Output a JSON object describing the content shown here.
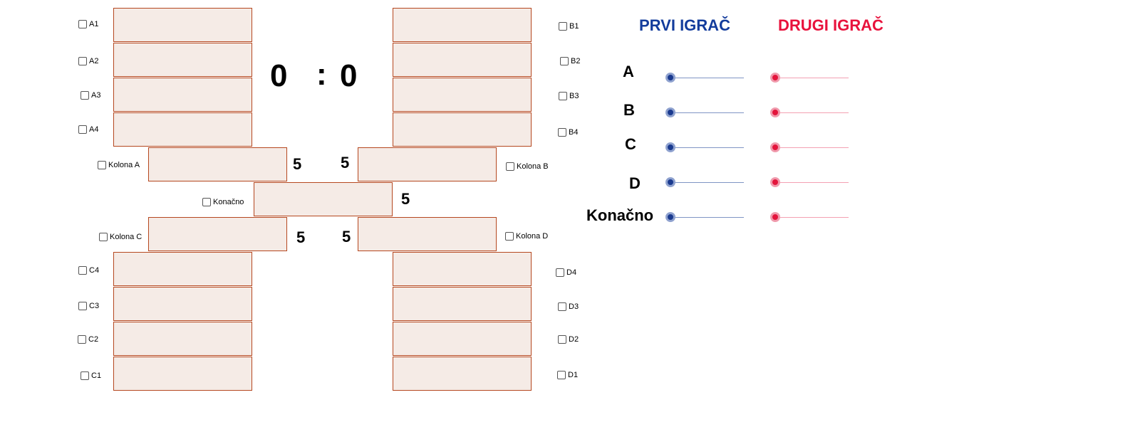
{
  "score": {
    "left": "0",
    "separator": ":",
    "right": "0"
  },
  "players": {
    "first": "PRVI IGRAČ",
    "second": "DRUGI IGRAČ"
  },
  "colors": {
    "first": "#133c9c",
    "second": "#e8123c",
    "field_fill": "#f5ebe6",
    "field_border": "#b5471f"
  },
  "checkboxes": {
    "a1": "A1",
    "a2": "A2",
    "a3": "A3",
    "a4": "A4",
    "b1": "B1",
    "b2": "B2",
    "b3": "B3",
    "b4": "B4",
    "c1": "C1",
    "c2": "C2",
    "c3": "C3",
    "c4": "C4",
    "d1": "D1",
    "d2": "D2",
    "d3": "D3",
    "d4": "D4",
    "kolona_a": "Kolona A",
    "kolona_b": "Kolona B",
    "kolona_c": "Kolona C",
    "kolona_d": "Kolona D",
    "konacno": "Konačno"
  },
  "column_values": {
    "a": "5",
    "b": "5",
    "c": "5",
    "d": "5",
    "konacno": "5"
  },
  "rows": {
    "a": "A",
    "b": "B",
    "c": "C",
    "d": "D",
    "konacno": "Konačno"
  },
  "icons": {
    "checkbox": "checkbox-icon",
    "slider_knob": "slider-knob-icon"
  }
}
